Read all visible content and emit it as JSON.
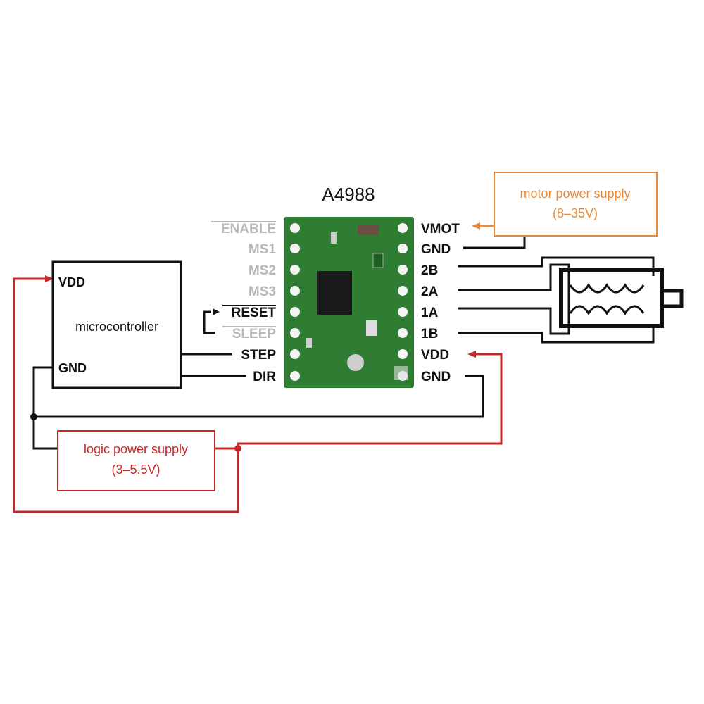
{
  "title": "A4988",
  "colors": {
    "board": "#2e7d32",
    "logic": "#c62828",
    "motor": "#e68a3c",
    "wire": "#111111"
  },
  "left_pins": [
    {
      "label": "ENABLE",
      "dim": true
    },
    {
      "label": "MS1",
      "dim": true
    },
    {
      "label": "MS2",
      "dim": true
    },
    {
      "label": "MS3",
      "dim": true
    },
    {
      "label": "RESET",
      "dim": false
    },
    {
      "label": "SLEEP",
      "dim": true
    },
    {
      "label": "STEP",
      "dim": false
    },
    {
      "label": "DIR",
      "dim": false
    }
  ],
  "right_pins": [
    {
      "label": "VMOT"
    },
    {
      "label": "GND"
    },
    {
      "label": "2B"
    },
    {
      "label": "2A"
    },
    {
      "label": "1A"
    },
    {
      "label": "1B"
    },
    {
      "label": "VDD"
    },
    {
      "label": "GND"
    }
  ],
  "microcontroller": {
    "name": "microcontroller",
    "vdd": "VDD",
    "gnd": "GND"
  },
  "motor_supply": {
    "line1": "motor power supply",
    "line2": "(8–35V)"
  },
  "logic_supply": {
    "line1": "logic power supply",
    "line2": "(3–5.5V)"
  }
}
